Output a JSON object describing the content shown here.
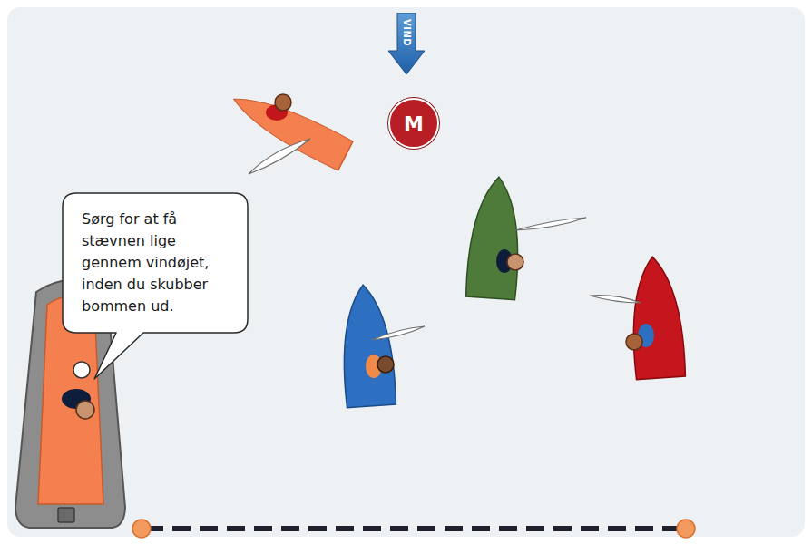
{
  "diagram": {
    "nodes": [
      {
        "text": [
          "VIND"
        ]
      },
      {
        "text": [
          "M"
        ]
      },
      {
        "text": [
          "Sørg for at få stævnen lige gennem vindøjet, inden du skubber bommen ud."
        ]
      }
    ]
  }
}
